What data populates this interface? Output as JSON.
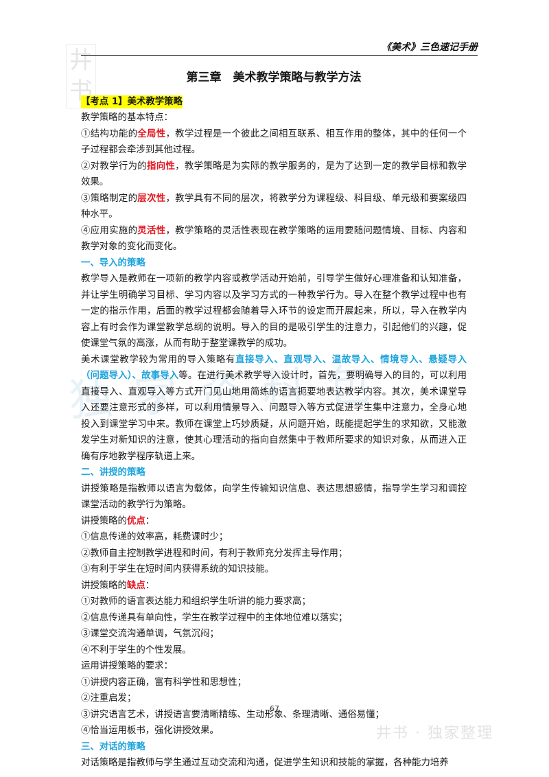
{
  "header": {
    "title": "《美术》三色速记手册"
  },
  "logo": {
    "g1": "井",
    "g2": "书"
  },
  "watermark": {
    "main": "独家资料包",
    "footer": "井书 · 独家整理"
  },
  "chapter_title": "第三章　美术教学策略与教学方法",
  "kaodian_label": "【考点 1】美术教学策略",
  "p1": "教学策略的基本特点：",
  "p2": {
    "a": "①结构功能的",
    "hl": "全局性",
    "b": "，教学过程是一个彼此之间相互联系、相互作用的整体，其中的任何一个子过程都会牵涉到其他过程。"
  },
  "p3": {
    "a": "②对教学行为的",
    "hl": "指向性",
    "b": "，教学策略是为实际的教学服务的，是为了达到一定的教学目标和教学效果。"
  },
  "p4": {
    "a": "③策略制定的",
    "hl": "层次性",
    "b": "，教学具有不同的层次，将教学分为课程级、科目级、单元级和要案级四种水平。"
  },
  "p5": {
    "a": "④应用实施的",
    "hl": "灵活性",
    "b": "，教学策略的灵活性表现在教学策略的运用要随问题情境、目标、内容和教学对象的变化而变化。"
  },
  "sec1": "一、导入的策略",
  "p6": "教学导入是教师在一项新的教学内容或教学活动开始前，引导学生做好心理准备和认知准备，并让学生明确学习目标、学习内容以及学习方式的一种教学行为。导入在整个教学过程中也有一定的指示作用，后面的教学过程都会随着导入环节的设定而开展起来，所以，导入在教学内容上有时会作为课堂教学总纲的说明。导入的目的是吸引学生的注意力，引起他们的兴趣，促使课堂气氛的高涨，从而有助于整堂课教学的成功。",
  "p7": {
    "a": "美术课堂教学较为常用的导入策略有",
    "hl": "直接导入、直观导入、温故导入、情境导入、悬疑导入（问题导入）、故事导入",
    "b": "等。在进行美术教学导入设计时，首先，要明确导入的目的，可以利用直接导入、直观导入等方式开门见山地用简练的语言扼要地表达教学内容。其次，美术课堂导入还要注意形式的多样，可以利用情景导入、问题导入等方式促进学生集中注意力，全身心地投入到课堂学习中来。教师在课堂上巧妙质疑，从问题开始，既能提起学生的求知欲，又能激发学生对新知识的注意，使其心理活动的指向自然集中于教师所要求的知识对象，从而进入正确有序地教学程序轨道上来。"
  },
  "sec2": "二、讲授的策略",
  "p8": "讲授策略是指教师以语言为载体，向学生传输知识信息、表达思想感情，指导学生学习和调控课堂活动的教学行为策略。",
  "p9": {
    "a": "讲授策略的",
    "hl": "优点",
    "b": "："
  },
  "p10": "①信息传递的效率高，耗费课时少；",
  "p11": "②教师自主控制教学进程和时间，有利于教师充分发挥主导作用；",
  "p12": "③有利于学生在短时间内获得系统的知识技能。",
  "p13": {
    "a": "讲授策略的",
    "hl": "缺点",
    "b": "："
  },
  "p14": "①对教师的语言表达能力和组织学生听讲的能力要求高；",
  "p15": "②信息传递具有单向性，学生在教学过程中的主体地位难以落实；",
  "p16": "③课堂交流沟通单调，气氛沉闷；",
  "p17": "④不利于学生的个性发展。",
  "p18": "运用讲授策略的要求：",
  "p19": "①讲授内容正确，富有科学性和思想性；",
  "p20": "②注重启发；",
  "p21": "③讲究语言艺术，讲授语言要清晰精练、生动形象、条理清晰、通俗易懂；",
  "p22": "④恰当运用板书，强化讲授效果。",
  "sec3": "三、对话的策略",
  "p23": "对话策略是指教师与学生通过互动交流和沟通，促进学生知识和技能的掌握，各种能力培养",
  "page_number": "67",
  "colors": {
    "section_blue": "#1ca3dc",
    "emphasis_red": "#e4141e",
    "highlight_yellow": "#ffff00"
  }
}
